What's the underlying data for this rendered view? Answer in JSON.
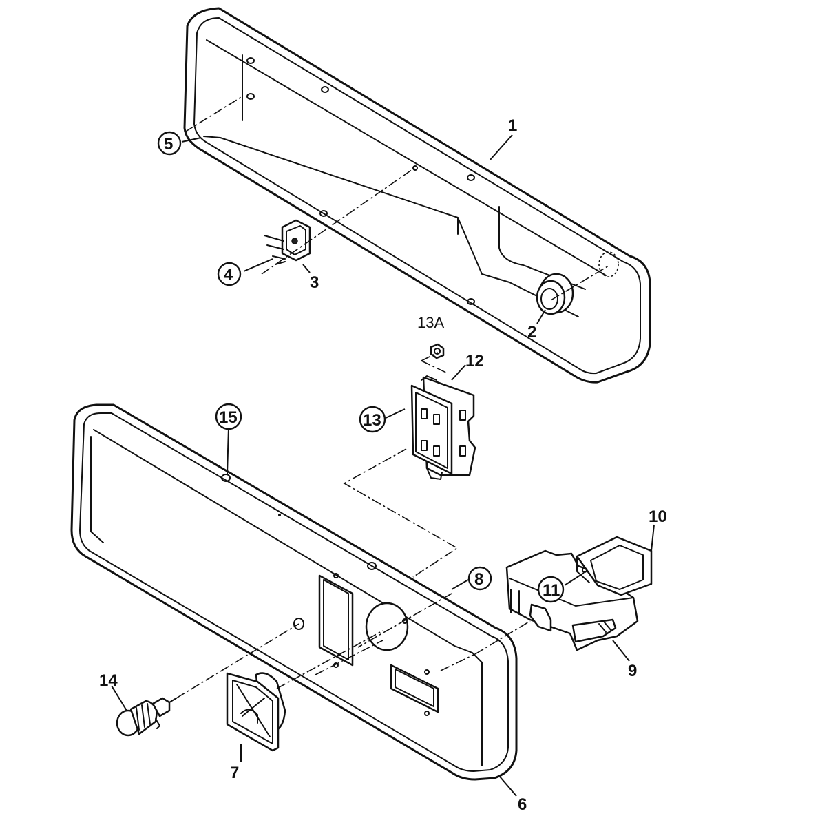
{
  "callouts": {
    "c1": "1",
    "c2": "2",
    "c3": "3",
    "c4": "4",
    "c5": "5",
    "c6": "6",
    "c7": "7",
    "c8": "8",
    "c9": "9",
    "c10": "10",
    "c11": "11",
    "c12": "12",
    "c13": "13",
    "c13a": "13A",
    "c14": "14",
    "c15": "15"
  }
}
